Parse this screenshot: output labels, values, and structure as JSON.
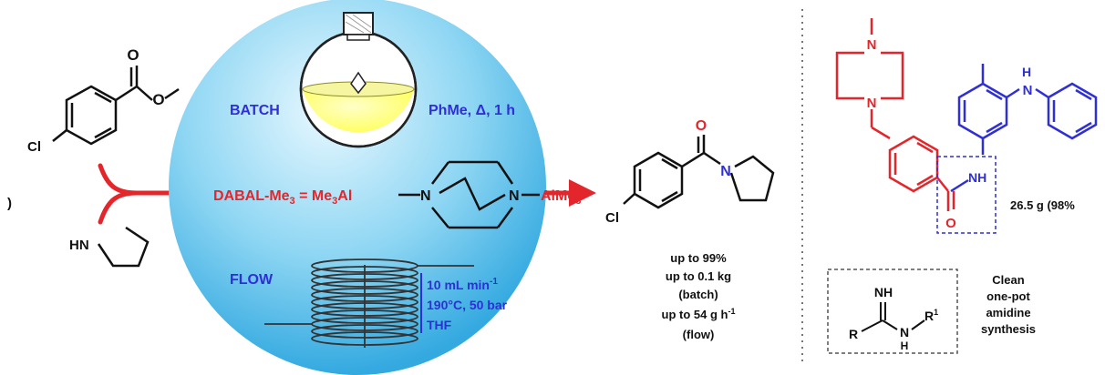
{
  "colors": {
    "red": "#e3262b",
    "blue": "#2f2fd6",
    "sphere_light": "#e8f8ff",
    "sphere_mid": "#8ed6f3",
    "sphere_dark": "#33a9e0",
    "flask_liquid": "#ffff55",
    "ink": "#111111",
    "divider": "#777777"
  },
  "icons": {
    "flask": "round-bottom-flask-icon",
    "coil": "flow-coil-reactor-icon",
    "arrow": "reaction-arrow-icon"
  },
  "reactants": {
    "ester_substituent": "Cl",
    "amine_heteroatom": "HN",
    "left_cut_mark": ")"
  },
  "batch": {
    "label": "BATCH",
    "conditions": "PhMe, Δ, 1 h"
  },
  "reagent": {
    "name": "DABAL-Me",
    "name_sub": "3",
    "equals": " = ",
    "left_group": "Me",
    "left_group_sub": "3",
    "left_metal": "Al",
    "right_group": "AlMe",
    "right_group_sub": "3",
    "n_left": "N",
    "n_right": "N"
  },
  "flow": {
    "label": "FLOW",
    "rate_value": "10 mL min",
    "rate_sup": "-1",
    "temp_pressure": "190°C, 50 bar",
    "solvent": "THF"
  },
  "product": {
    "o_atom": "O",
    "n_atom": "N",
    "cl_atom": "Cl",
    "yield_lines": [
      "up to 99%",
      "up to 0.1 kg",
      "(batch)"
    ],
    "rate_line": "up to 54 g h",
    "rate_sup": "-1",
    "flow_note": "(flow)"
  },
  "drug": {
    "n_top": "N",
    "n_bottom": "N",
    "nh_top": "H",
    "nh_top_n": "N",
    "amide_nh": "NH",
    "amide_o": "O",
    "yield": "26.5 g (98%"
  },
  "amidine": {
    "imine": "NH",
    "r_left": "R",
    "n_atom": "N",
    "n_h": "H",
    "r1": "R",
    "r1_sup": "1",
    "caption_lines": [
      "Clean",
      "one-pot",
      "amidine",
      "synthesis"
    ]
  }
}
